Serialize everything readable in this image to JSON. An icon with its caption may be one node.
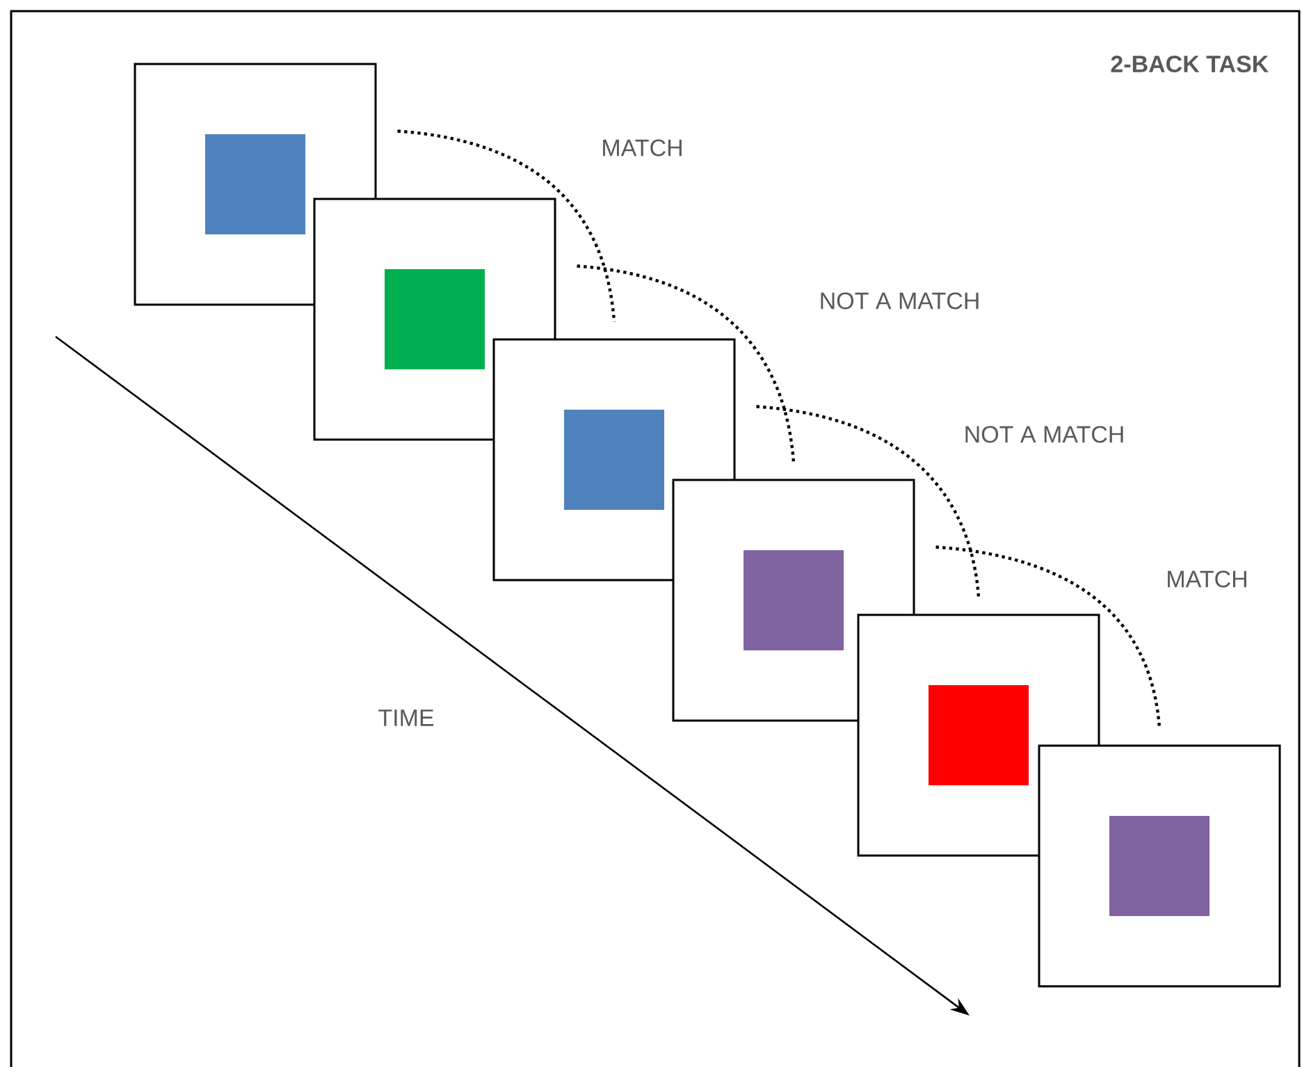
{
  "diagram": {
    "title": "2-BACK TASK",
    "nodes": [
      {
        "text": [],
        "shape": "box"
      },
      {
        "text": [],
        "shape": "box"
      },
      {
        "text": [],
        "shape": "box"
      },
      {
        "text": [],
        "shape": "box"
      },
      {
        "text": [],
        "shape": "box"
      },
      {
        "text": [],
        "shape": "box"
      }
    ],
    "edges": [
      {
        "from": 0,
        "to": 2,
        "arrow": "none",
        "style": "dashed",
        "label": "MATCH"
      },
      {
        "from": 1,
        "to": 3,
        "arrow": "none",
        "style": "dashed",
        "label": "NOT A MATCH"
      },
      {
        "from": 2,
        "to": 4,
        "arrow": "none",
        "style": "dashed",
        "label": "NOT A MATCH"
      },
      {
        "from": 3,
        "to": 5,
        "arrow": "none",
        "style": "dashed",
        "label": "MATCH"
      }
    ],
    "labels": [
      "TIME"
    ]
  }
}
